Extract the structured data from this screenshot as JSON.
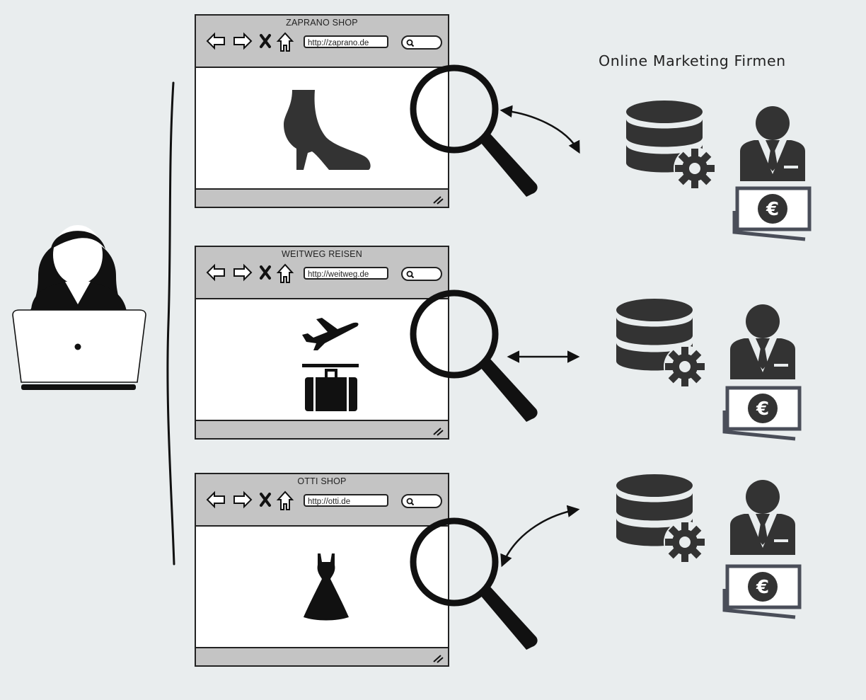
{
  "header": {
    "title": "Online Marketing Firmen"
  },
  "browsers": [
    {
      "title": "ZAPRANO SHOP",
      "url": "http://zaprano.de",
      "content_icon": "high-heel-boot-icon"
    },
    {
      "title": "WEITWEG REISEN",
      "url": "http://weitweg.de",
      "content_icon": "airplane-luggage-icon"
    },
    {
      "title": "OTTI SHOP",
      "url": "http://otti.de",
      "content_icon": "dress-icon"
    }
  ],
  "marketing_firms": [
    {
      "icons": [
        "database-gear-icon",
        "businessman-icon",
        "euro-banknote-icon"
      ],
      "currency_symbol": "€"
    },
    {
      "icons": [
        "database-gear-icon",
        "businessman-icon",
        "euro-banknote-icon"
      ],
      "currency_symbol": "€"
    },
    {
      "icons": [
        "database-gear-icon",
        "businessman-icon",
        "euro-banknote-icon"
      ],
      "currency_symbol": "€"
    }
  ],
  "user": {
    "icons": [
      "woman-user-icon",
      "laptop-icon"
    ]
  },
  "colors": {
    "background": "#e9edee",
    "icon_dark": "#333333",
    "toolbar": "#c4c4c4",
    "note_frame": "#4a4e59"
  }
}
